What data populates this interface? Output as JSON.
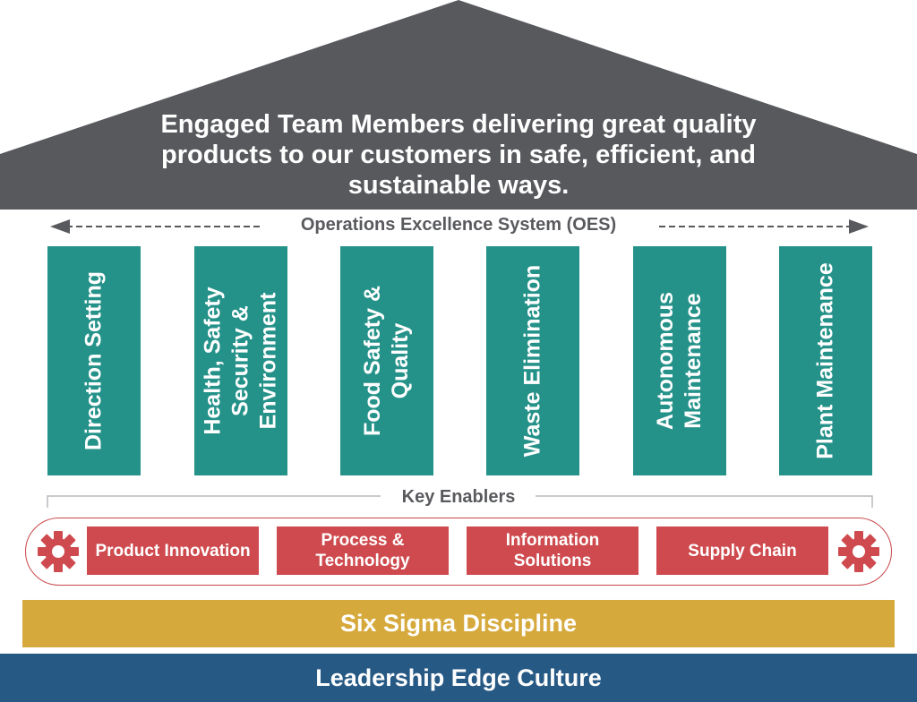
{
  "roof": {
    "headline": "Engaged Team Members delivering great quality products to our customers in safe, efficient, and sustainable ways."
  },
  "oes": {
    "label": "Operations Excellence System (OES)"
  },
  "pillars": [
    {
      "label": "Direction Setting"
    },
    {
      "label": "Health, Safety Security & Environment"
    },
    {
      "label": "Food Safety & Quality"
    },
    {
      "label": "Waste Elimination"
    },
    {
      "label": "Autonomous Maintenance"
    },
    {
      "label": "Plant Maintenance"
    }
  ],
  "enablers": {
    "label": "Key Enablers",
    "items": [
      {
        "label": "Product Innovation"
      },
      {
        "label": "Process & Technology"
      },
      {
        "label": "Information Solutions"
      },
      {
        "label": "Supply Chain"
      }
    ],
    "gear_icon": "gear-icon"
  },
  "foundation": {
    "sigma": "Six Sigma Discipline",
    "culture": "Leadership Edge Culture"
  },
  "colors": {
    "roof": "#58595d",
    "pillar": "#25928a",
    "enabler": "#cf4a4e",
    "sigma": "#d6a93c",
    "culture": "#275985",
    "label_gray": "#595a5e"
  }
}
